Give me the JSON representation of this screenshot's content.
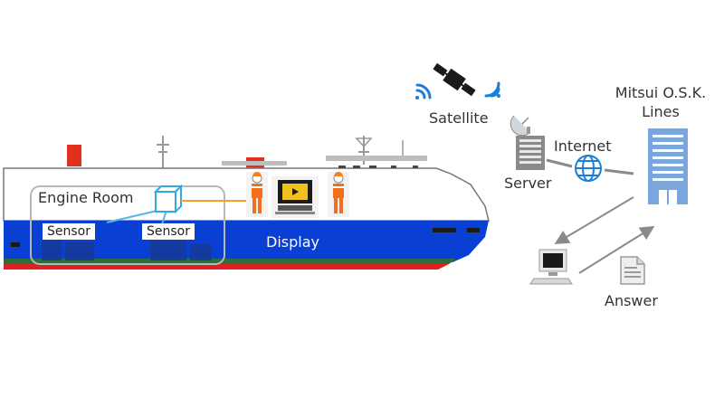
{
  "labels": {
    "engine_room": "Engine Room",
    "sensor_left": "Sensor",
    "sensor_right": "Sensor",
    "display": "Display",
    "satellite": "Satellite",
    "internet": "Internet",
    "server": "Server",
    "company_line1": "Mitsui O.S.K.",
    "company_line2": "Lines",
    "answer": "Answer"
  },
  "colors": {
    "hull_blue": "#0a3fd4",
    "hull_red": "#e02020",
    "hull_green": "#2f6e3a",
    "funnel_red": "#e03020",
    "signal_blue": "#1a7fd8",
    "building_blue": "#7aa6dc",
    "cyan_accent": "#33aadd",
    "line_gray": "#8a8a8a"
  },
  "icons": [
    "satellite-icon",
    "wifi-signal-icon",
    "server-icon",
    "globe-icon",
    "office-building-icon",
    "computer-icon",
    "document-icon",
    "crew-member-icon",
    "monitor-icon"
  ]
}
